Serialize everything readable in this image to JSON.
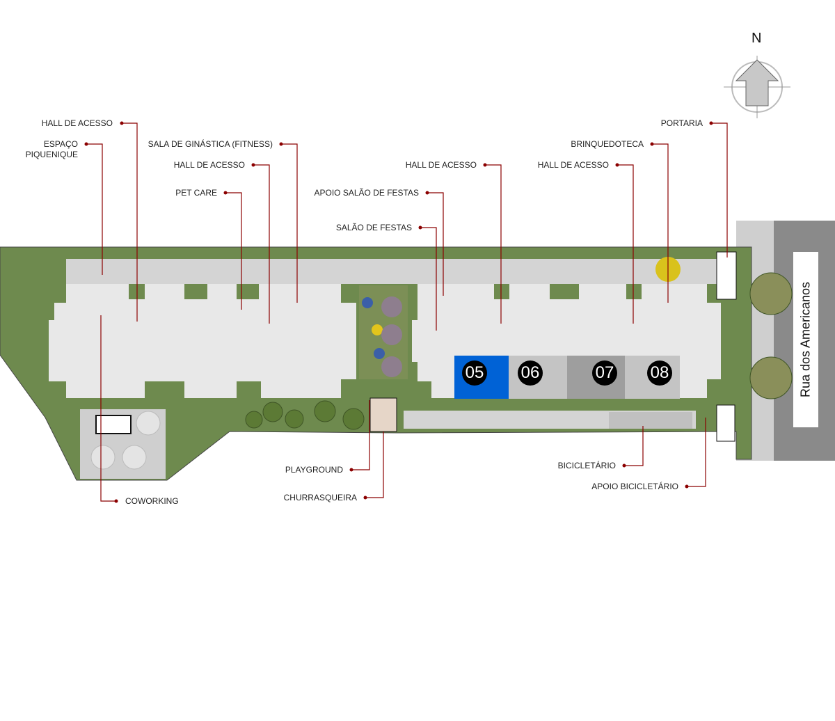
{
  "compass": {
    "label": "N"
  },
  "street": {
    "name": "Rua dos Americanos"
  },
  "labels": {
    "hall1": "HALL DE ACESSO",
    "piquenique1": "ESPAÇO",
    "piquenique2": "PIQUENIQUE",
    "fitness": "SALA DE GINÁSTICA (FITNESS)",
    "hall2": "HALL DE ACESSO",
    "petcare": "PET CARE",
    "hall3": "HALL DE ACESSO",
    "apoio_salao": "APOIO SALÃO DE FESTAS",
    "salao": "SALÃO DE FESTAS",
    "brinquedoteca": "BRINQUEDOTECA",
    "hall4": "HALL DE ACESSO",
    "portaria": "PORTARIA",
    "playground": "PLAYGROUND",
    "churrasqueira": "CHURRASQUEIRA",
    "bicicletario": "BICICLETÁRIO",
    "apoio_bicicletario": "APOIO BICICLETÁRIO",
    "coworking": "COWORKING"
  },
  "units": [
    {
      "number": "05",
      "color": "#0062d6",
      "selected": true
    },
    {
      "number": "06",
      "color": "#c4c4c4",
      "selected": false
    },
    {
      "number": "07",
      "color": "#9e9e9e",
      "selected": false
    },
    {
      "number": "08",
      "color": "#c4c4c4",
      "selected": false
    }
  ],
  "colors": {
    "leader": "#8b0000",
    "grass": "#6e8a4e",
    "building": "#e8e8e8",
    "road": "#8a8a8a"
  }
}
